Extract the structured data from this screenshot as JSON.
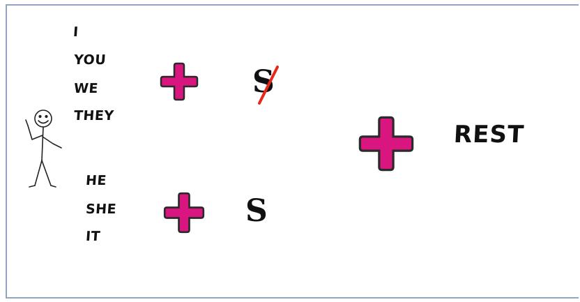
{
  "pronouns_group1": [
    "I",
    "YOU",
    "WE",
    "THEY"
  ],
  "pronouns_group2": [
    "HE",
    "SHE",
    "IT"
  ],
  "suffix_crossed": "S",
  "suffix": "S",
  "verb": "REST",
  "colors": {
    "plus_fill": "#d9157f",
    "plus_outline": "#2a2a2a",
    "strike": "#e8261a",
    "frame_border": "#8fa5c1"
  }
}
